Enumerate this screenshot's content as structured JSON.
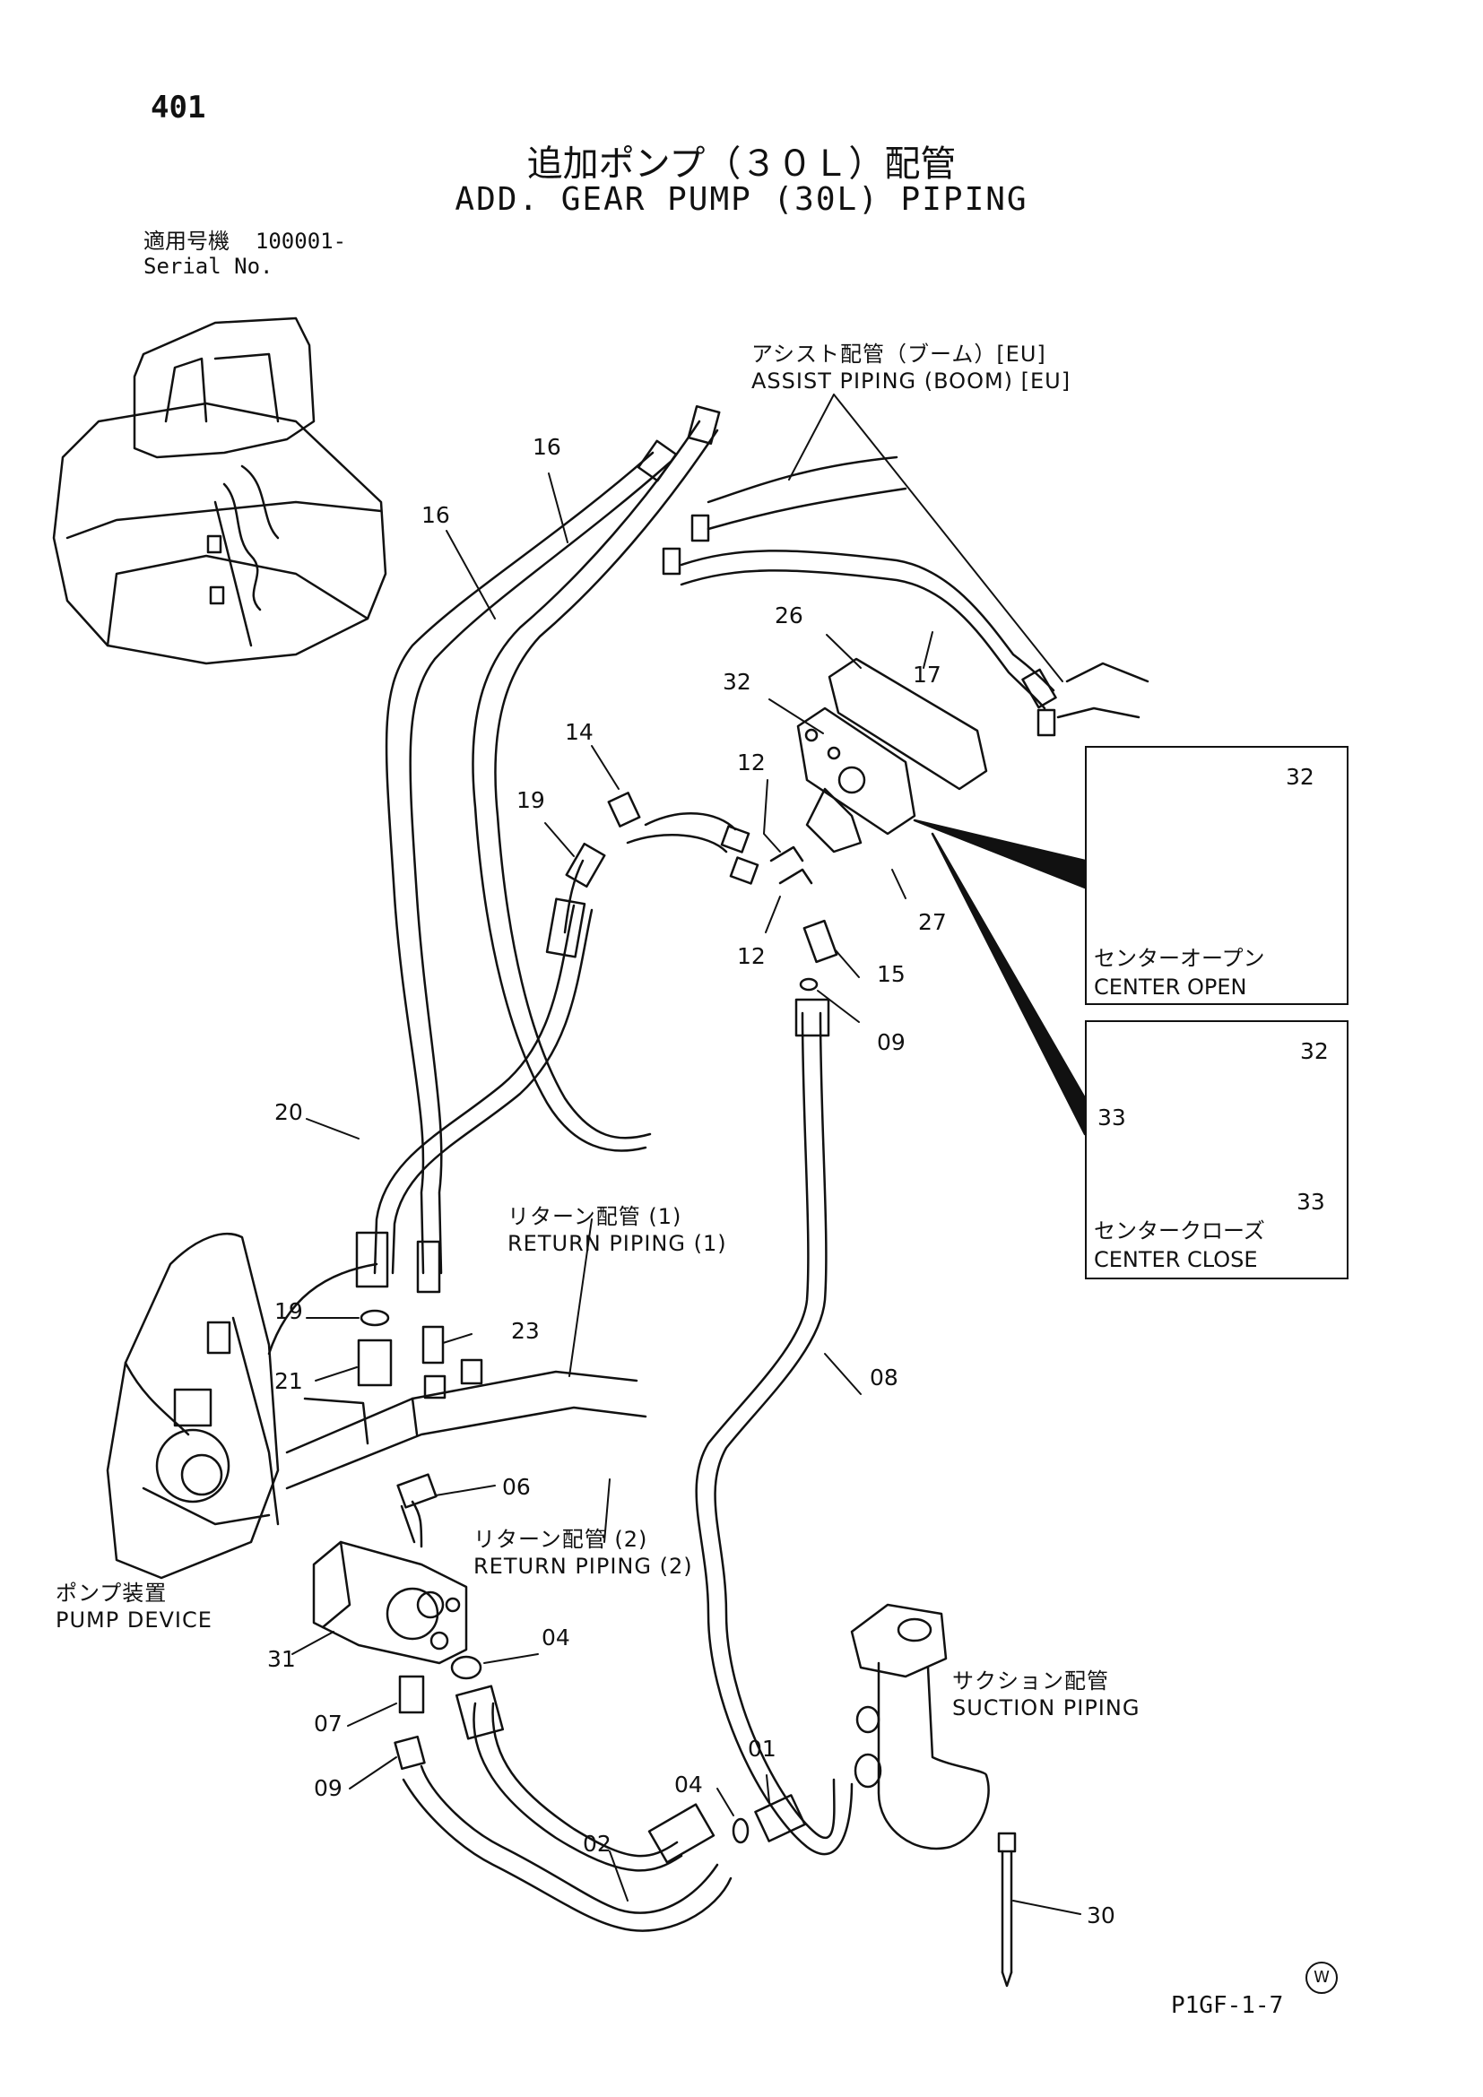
{
  "header": {
    "page_number": "401",
    "title_jp": "追加ポンプ（３０Ｌ）配管",
    "title_en": "ADD. GEAR PUMP (30L) PIPING",
    "serial_label_jp": "適用号機",
    "serial_value": "100001-",
    "serial_label_en": "Serial No."
  },
  "callouts": {
    "assist_jp": "アシスト配管（ブーム）[EU]",
    "assist_en": "ASSIST PIPING (BOOM) [EU]",
    "return1_jp": "リターン配管 (1)",
    "return1_en": "RETURN PIPING (1)",
    "return2_jp": "リターン配管 (2)",
    "return2_en": "RETURN PIPING (2)",
    "pump_jp": "ポンプ装置",
    "pump_en": "PUMP DEVICE",
    "suction_jp": "サクション配管",
    "suction_en": "SUCTION PIPING"
  },
  "insets": [
    {
      "caption_jp": "センターオープン",
      "caption_en": "CENTER OPEN",
      "parts": [
        "32"
      ]
    },
    {
      "caption_jp": "センタークローズ",
      "caption_en": "CENTER CLOSE",
      "parts": [
        "32",
        "33",
        "33"
      ]
    }
  ],
  "part_numbers": {
    "p16a": "16",
    "p16b": "16",
    "p26": "26",
    "p17": "17",
    "p32": "32",
    "p14": "14",
    "p19a": "19",
    "p12a": "12",
    "p12b": "12",
    "p27": "27",
    "p15": "15",
    "p09a": "09",
    "p20": "20",
    "p19b": "19",
    "p23": "23",
    "p21": "21",
    "p08": "08",
    "p06": "06",
    "p31": "31",
    "p04a": "04",
    "p07": "07",
    "p09b": "09",
    "p01": "01",
    "p04b": "04",
    "p02": "02",
    "p30": "30"
  },
  "footer": {
    "watermark": "W",
    "page_code": "P1GF-1-7"
  }
}
